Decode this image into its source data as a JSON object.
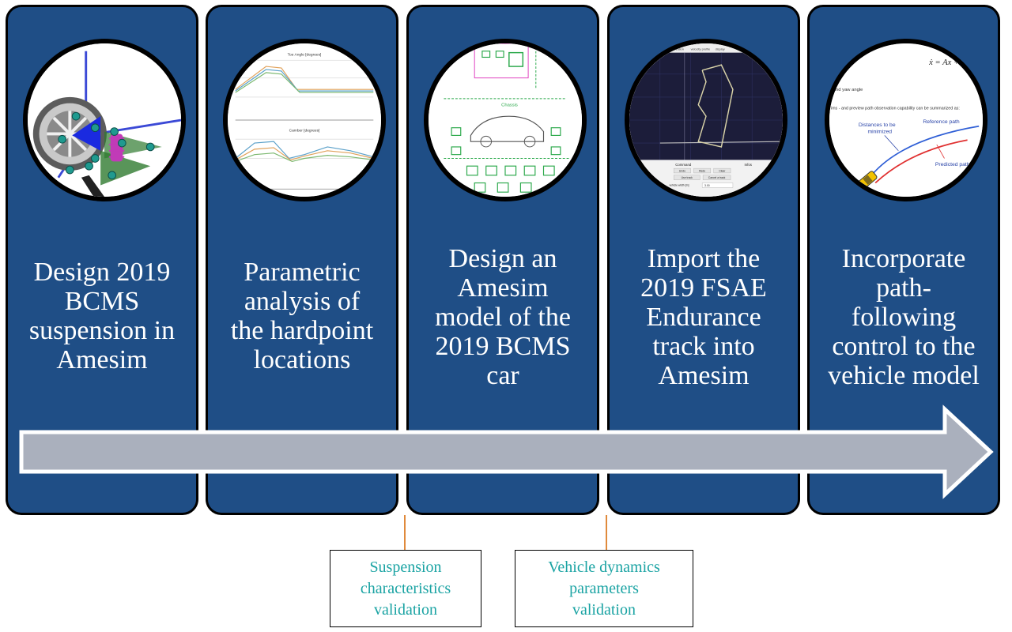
{
  "stages": [
    {
      "label": "Design 2019\nBCMS\nsuspension in\nAmesim",
      "image": "suspension-3d-model"
    },
    {
      "label": "Parametric\nanalysis of\nthe hardpoint\nlocations",
      "image": "parametric-plots"
    },
    {
      "label": "Design an\nAmesim\nmodel of the\n2019 BCMS\ncar",
      "image": "amesim-schematic"
    },
    {
      "label": "Import the\n2019 FSAE\nEndurance\ntrack into\nAmesim",
      "image": "track-import"
    },
    {
      "label": "Incorporate\npath-\nfollowing\ncontrol to the\nvehicle model",
      "image": "path-following"
    }
  ],
  "validations": [
    {
      "label": "Suspension\ncharacteristics\nvalidation"
    },
    {
      "label": "Vehicle dynamics\nparameters\nvalidation"
    }
  ],
  "thumbnails": {
    "plot_titles": [
      "Toe Angle [degrees]",
      "Camber [degrees]"
    ],
    "schematic_title": "Chassis",
    "track_tabs": [
      "elevation",
      "velocity profile",
      "display"
    ],
    "track_panel": {
      "command_title": "Command",
      "buttons": [
        "Undo",
        "Redo",
        "Clear",
        "Use track",
        "Cancel a track"
      ],
      "info_title": "Infos",
      "width_label": "vehicle width [m]",
      "width_value": "3.00"
    },
    "path_equation": "ẋ = Ax + B",
    "path_text_1": "and yaw angle",
    "path_text_2": "ims - and preview path observation capability can be summarized as:",
    "path_labels": {
      "distances": "Distances to be\nminimized",
      "reference": "Reference path",
      "predicted": "Predicted path"
    }
  },
  "colors": {
    "stage_fill": "#1f4e86",
    "arrow_fill": "#aab0bd",
    "connector": "#e08a3c",
    "validation_text": "#1aa3a3"
  }
}
